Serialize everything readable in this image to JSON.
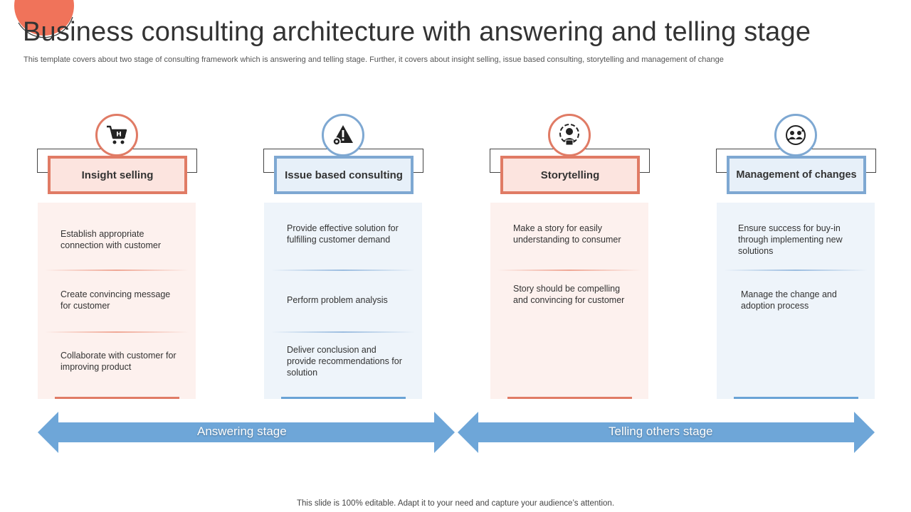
{
  "title": "Business consulting architecture with answering and telling stage",
  "subtitle": "This template covers about two stage of consulting framework which is answering and telling stage. Further, it covers about insight selling, issue based consulting, storytelling and management of change",
  "columns": [
    {
      "label": "Insight selling",
      "icon": "shopping-cart-icon",
      "theme": "coral",
      "items": [
        "Establish appropriate connection with customer",
        "Create convincing message for customer",
        "Collaborate with customer for improving product"
      ]
    },
    {
      "label": "Issue based consulting",
      "icon": "warning-gear-icon",
      "theme": "blue",
      "items": [
        "Provide effective solution for fulfilling customer demand",
        "Perform problem analysis",
        "Deliver conclusion and provide recommendations for solution"
      ]
    },
    {
      "label": "Storytelling",
      "icon": "presenter-icon",
      "theme": "coral",
      "items": [
        "Make a story for easily understanding to consumer",
        "Story should be compelling and convincing for customer"
      ]
    },
    {
      "label": "Management of changes",
      "icon": "team-cycle-icon",
      "theme": "blue",
      "items": [
        "Ensure success for buy-in through implementing new solutions",
        "Manage the change and adoption process"
      ]
    }
  ],
  "stages": {
    "answering": "Answering stage",
    "telling": "Telling others stage"
  },
  "footer": "This slide is 100% editable. Adapt it to your need and capture your audience’s attention.",
  "colors": {
    "coral": "#e07b65",
    "blue": "#6aa3d6",
    "arrow": "#6ea6d8",
    "accent_circle": "#f0735a"
  }
}
